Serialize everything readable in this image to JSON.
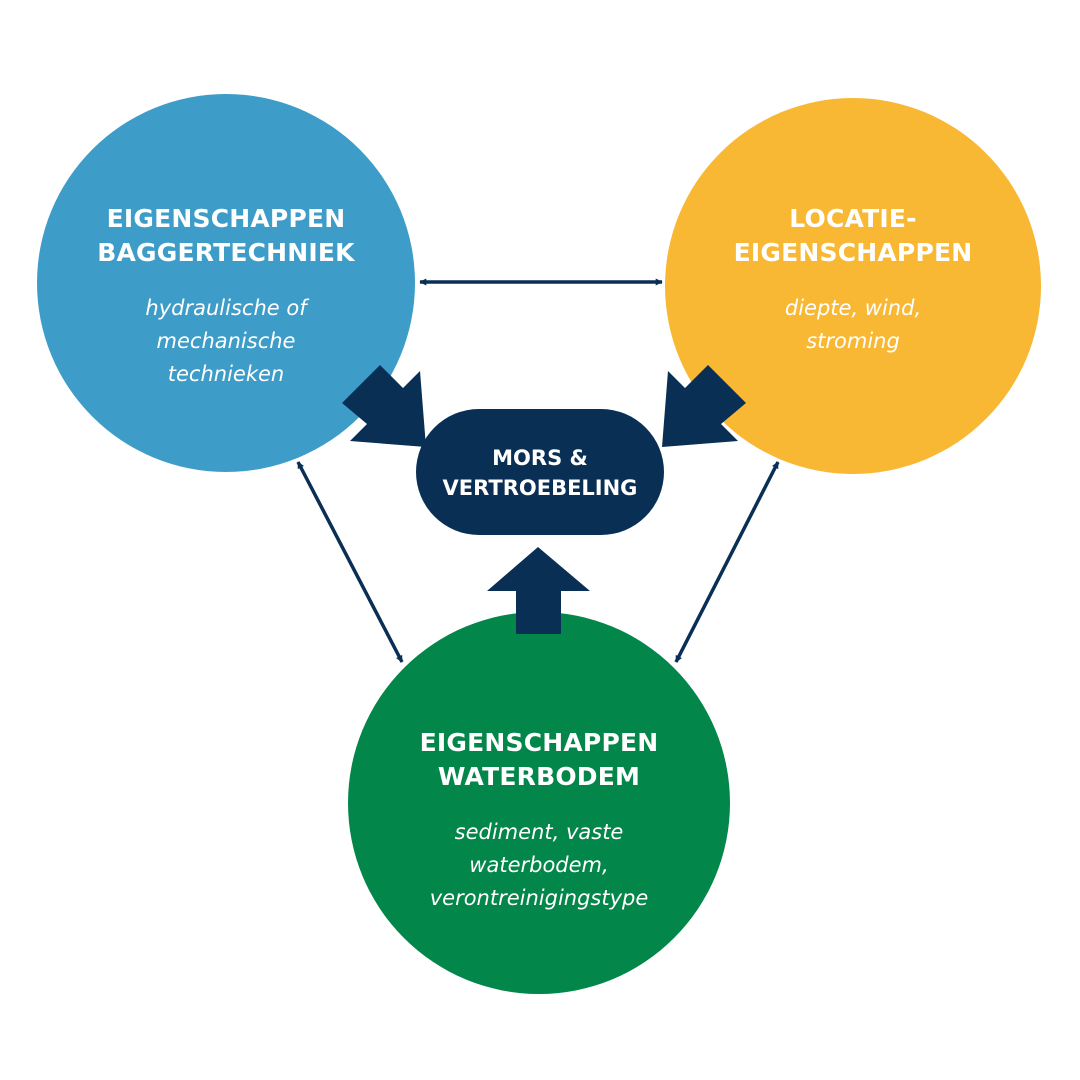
{
  "colors": {
    "blue": "#3d9dc8",
    "yellow": "#f8b834",
    "green": "#03864a",
    "navy": "#0a2f55"
  },
  "nodes": {
    "baggertechniek": {
      "title": "EIGENSCHAPPEN\nBAGGERTECHNIEK",
      "subtitle": "hydraulische of\nmechanische\ntechnieken"
    },
    "locatie": {
      "title": "LOCATIE-\nEIGENSCHAPPEN",
      "subtitle": "diepte, wind,\nstroming"
    },
    "waterbodem": {
      "title": "EIGENSCHAPPEN\nWATERBODEM",
      "subtitle": "sediment, vaste\nwaterbodem,\nverontreinigingstype"
    },
    "center": {
      "title": "MORS &\nVERTROEBELING"
    }
  }
}
